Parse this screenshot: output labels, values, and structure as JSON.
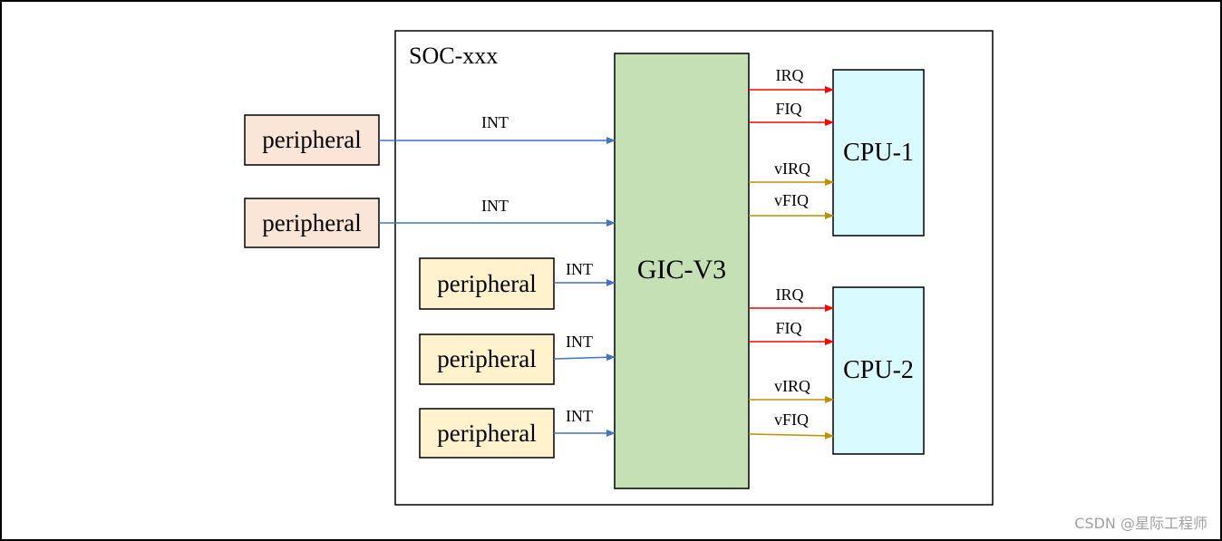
{
  "soc": {
    "label": "SOC-xxx"
  },
  "gic": {
    "label": "GIC-V3"
  },
  "external_peripherals": [
    {
      "label": "peripheral",
      "signal": "INT"
    },
    {
      "label": "peripheral",
      "signal": "INT"
    }
  ],
  "internal_peripherals": [
    {
      "label": "peripheral",
      "signal": "INT"
    },
    {
      "label": "peripheral",
      "signal": "INT"
    },
    {
      "label": "peripheral",
      "signal": "INT"
    }
  ],
  "cpus": [
    {
      "label": "CPU-1",
      "signals": [
        "IRQ",
        "FIQ",
        "vIRQ",
        "vFIQ"
      ]
    },
    {
      "label": "CPU-2",
      "signals": [
        "IRQ",
        "FIQ",
        "vIRQ",
        "vFIQ"
      ]
    }
  ],
  "colors": {
    "external_peripheral_fill": "#fbe5d6",
    "internal_peripheral_fill": "#fff2cc",
    "gic_fill": "#c5e0b4",
    "cpu_fill": "#d9fbff",
    "int_line": "#4472c4",
    "irq_line": "#ff0000",
    "virq_line": "#bf9000"
  },
  "watermark": "CSDN @星际工程师"
}
